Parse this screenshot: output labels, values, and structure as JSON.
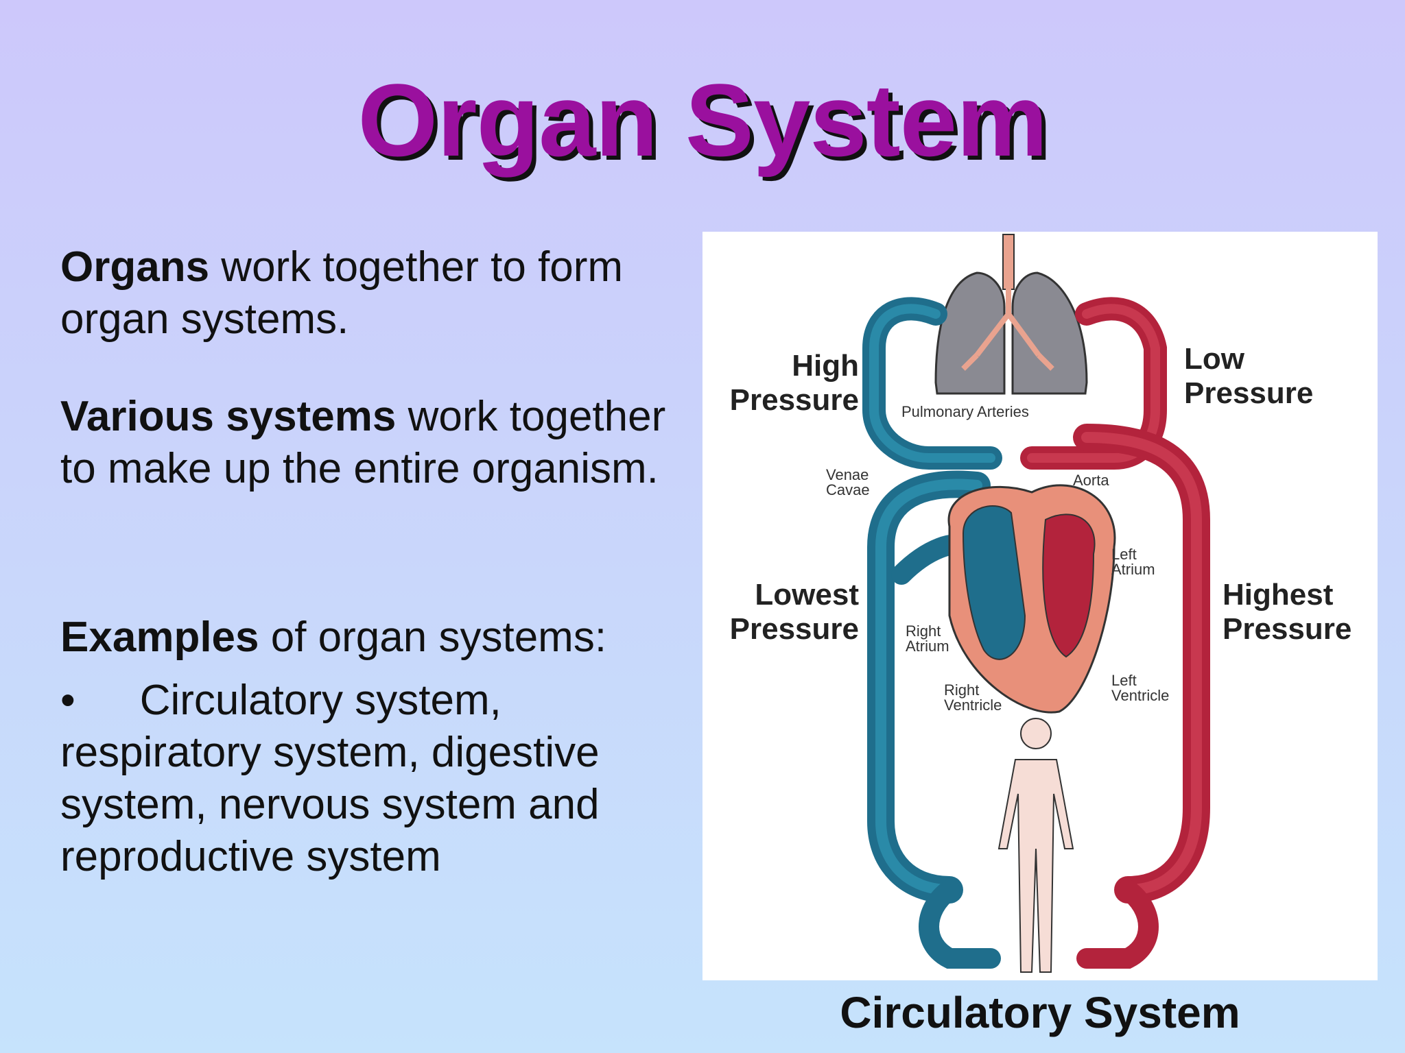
{
  "slide": {
    "title": "Organ System",
    "p1_bold": "Organs",
    "p1_text": " work together to form organ systems.",
    "p2_bold": "Various systems",
    "p2_text": " work together to make up the entire organism.",
    "p3_bold": "Examples",
    "p3_text": " of organ systems:",
    "bullet": "•",
    "p4_text": "Circulatory system, respiratory system, digestive system, nervous system and reproductive system"
  },
  "diagram": {
    "caption": "Circulatory System",
    "high_pressure_1": "High",
    "high_pressure_2": "Pressure",
    "low_pressure_1": "Low",
    "low_pressure_2": "Pressure",
    "lowest_pressure_1": "Lowest",
    "lowest_pressure_2": "Pressure",
    "highest_pressure_1": "Highest",
    "highest_pressure_2": "Pressure",
    "pulmonary_arteries": "Pulmonary Arteries",
    "venae_cavae_1": "Venae",
    "venae_cavae_2": "Cavae",
    "aorta": "Aorta",
    "left_atrium_1": "Left",
    "left_atrium_2": "Atrium",
    "right_atrium_1": "Right",
    "right_atrium_2": "Atrium",
    "right_ventricle_1": "Right",
    "right_ventricle_2": "Ventricle",
    "left_ventricle_1": "Left",
    "left_ventricle_2": "Ventricle"
  },
  "colors": {
    "title": "#9a109e",
    "blood_blue": "#1f6e8c",
    "blood_red": "#b3233c",
    "heart": "#e8907a",
    "lungs": "#8a8a92"
  }
}
